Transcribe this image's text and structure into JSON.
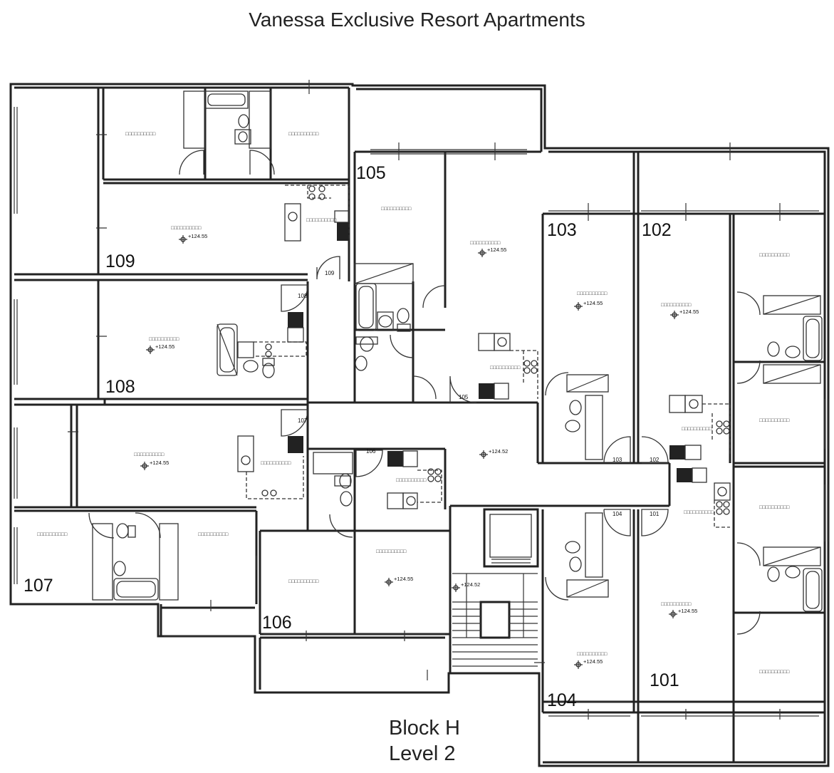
{
  "title": "Vanessa Exclusive Resort Apartments",
  "footer": {
    "block": "Block H",
    "level": "Level 2"
  },
  "units": [
    {
      "id": "109",
      "label": "109"
    },
    {
      "id": "108",
      "label": "108"
    },
    {
      "id": "107",
      "label": "107"
    },
    {
      "id": "106",
      "label": "106"
    },
    {
      "id": "105",
      "label": "105"
    },
    {
      "id": "104",
      "label": "104"
    },
    {
      "id": "103",
      "label": "103"
    },
    {
      "id": "102",
      "label": "102"
    },
    {
      "id": "101",
      "label": "101"
    }
  ],
  "doors": [
    "109",
    "108",
    "107",
    "106",
    "105",
    "104",
    "103",
    "102",
    "101"
  ],
  "levels": {
    "apartment": "+124.55",
    "corridor": "+124.52",
    "stair": "+124.52"
  },
  "room_placeholder": "□□□□□□□□□□"
}
